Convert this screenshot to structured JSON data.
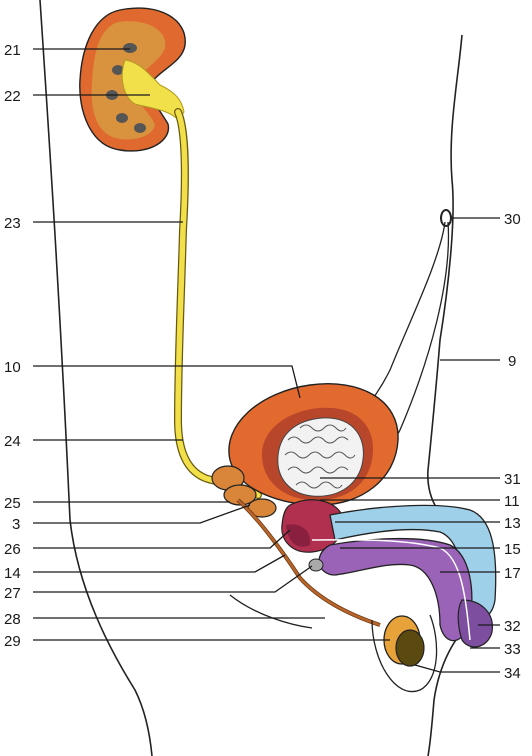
{
  "labels": {
    "l21": "21",
    "l22": "22",
    "l23": "23",
    "l10": "10",
    "l24": "24",
    "l25": "25",
    "l3": "3",
    "l26": "26",
    "l14": "14",
    "l27": "27",
    "l28": "28",
    "l29": "29",
    "l30": "30",
    "l9": "9",
    "l31": "31",
    "l11": "11",
    "l13": "13",
    "l15": "15",
    "l17": "17",
    "l32": "32",
    "l33": "33",
    "l34": "34"
  },
  "colors": {
    "kidney_outer": "#e0692f",
    "kidney_inner": "#d9933f",
    "ureter": "#f2e04a",
    "bladder": "#e36a2e",
    "bladder_inner": "#b8462a",
    "prostate": "#b2304f",
    "penis_blue": "#9fd0ea",
    "penis_purple": "#9a63b8",
    "testis": "#e8a23a",
    "vas": "#b9642a",
    "outline": "#1a1a1a"
  }
}
